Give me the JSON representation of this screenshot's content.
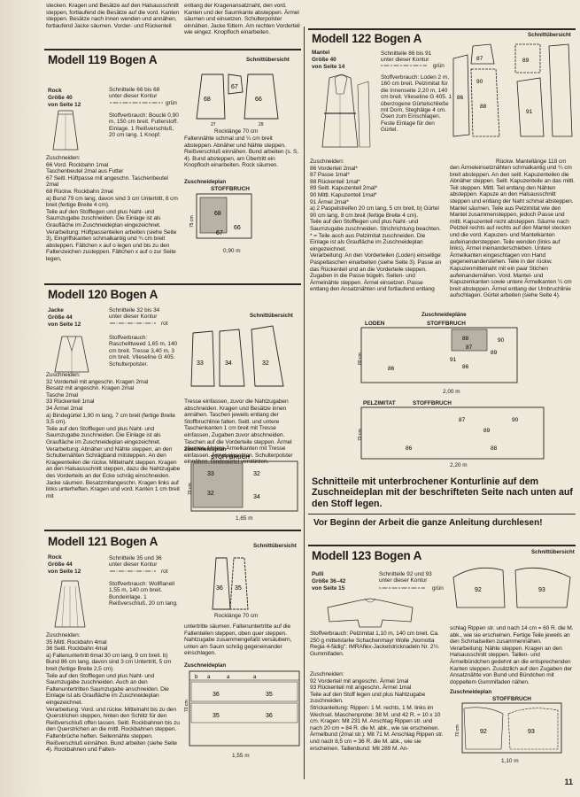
{
  "top_text_left": "stecken. Kragen und Besätze auf den Halsausschnitt steppen, fortlaufend die Besätze auf die vord. Kanten steppen. Besätze nach innen wenden und annähen, fortlaufend Jacke säumen. Vorder- und Rückenteil",
  "top_text_mid": "entlang der Kragenansatznaht, den vord. Kanten und der Saumkante absteppen. Ärmel säumen und einsetzen. Schulterpolster einnähen. Jacke füttern. Am rechten Vorderteil wie eingez. Knopfloch einarbeiten.",
  "m119": {
    "title": "Modell 119  Bogen A",
    "sub": "Rock\nGröße 40\nvon Seite 12",
    "sizes": "Schnitteile 66 bis 68\nunter dieser Kontur",
    "color": "grün",
    "stoff": "Stoffverbrauch: Bouclé 0,90 m, 150 cm breit. Futterstoff. Einlage. 1 Reißverschluß, 20 cm lang. 1 Knopf.",
    "zuschneiden": "Zuschneiden:\n66 Vord. Rockbahn 1mal\n   Taschenbeutel 2mal aus Futter\n67 Seitl. Hüftpasse mit angeschn. Taschenbeutel 2mal\n68 Rückw. Rockbahn 2mal\na) Bund 79 cm lang, davon sind 3 cm Untertritt, 8 cm breit (fertige Breite 4 cm).\nTeile auf den Stofflegen und plus Naht- und Saumzugabe zuschneiden. Die Einlage ist als Graufläche im Zuschneideplan eingezeichnet.\nVerarbeitung: Hüftpassenteilen arbeiten (siehe Seite 3), Eingriffskanten schmalkantig und ¾ cm breit absteppen. Fältchen x auf o legen und bis zu den Faltenzeichen zusteppen. Fältchen x auf o zur Seite legen,",
    "mid_text": "Faltennähte schmal und ¼ cm breit absteppen. Abnäher und Nähte steppen. Reißverschluß einnähen. Bund arbeiten (s. S. 4). Bund absteppen, am Übertritt ein Knopfloch einarbeiten. Rock säumen.",
    "uebersicht": "Schnittübersicht",
    "rock_len": "Rocklänge 70 cm",
    "plan": "Zuschneideplan",
    "stoffbruch": "STOFFBRUCH",
    "width": "0,90 m",
    "h": "75 cm"
  },
  "m120": {
    "title": "Modell 120  Bogen A",
    "sub": "Jacke\nGröße 44\nvon Seite 12",
    "sizes": "Schnitteile 32 bis 34\nunter dieser Kontur",
    "color": "rot",
    "stoff": "Stoffverbrauch: Raschelltweed 1,65 m, 140 cm breit. Tresse 3,40 m, 3 cm breit. Vlieseline G 405. Schulterpolster.",
    "zuschneiden": "Zuschneiden:\n32 Vorderteil mit angeschn. Kragen 2mal\n   Besatz mit angeschn. Kragen 2mal\n   Tasche 2mal\n33 Rückenteil 1mal\n34 Ärmel 2mal\na) Bindegürtel 1,90 m lang, 7 cm breit (fertige Breite 3,5 cm).\nTeile auf den Stofflegen und plus Naht- und Saumzugabe zuschneiden. Die Einlage ist als Graufläche im Zuschneideplan eingezeichnet.\nVerarbeitung: Abnäher und Nähte steppen, an den Schulternähten Schrägband mitsteppen. An den Krageenteilen die rückw. Mittelnaht steppen. Kragen an den Halsausschnitt steppen, dazu die Nahtzugabe des Vorderteils an der Ecke schräg einschneiden. Jacke säumen. Besatzmitangeschn. Kragen links auf links unterheften. Kragen und vord. Kanten 1 cm breit mit",
    "mid_text": "Tresse einfassen, zuvor die Nahtzugaben abschneiden. Kragen und Besätze innen annähen. Taschen jeweils entlang der Stoffbruchlinie falten. Seitl. und untere Taschenkanten 1 cm breit mit Tresse einfassen, Zugaben zuvor abschneiden. Taschen auf die Vorderteile steppen. Ärmel säumen. Untere Ärmelkanten mit Tresse einfassen. Ärmel einsetzen. Schulterpolster einnähen. Bindegürtel verstürzen.",
    "plan": "Zuschneideplan",
    "uebersicht": "Schnittübersicht",
    "stoffbruch": "STOFFBRUCH",
    "width": "1,65 m",
    "h": "70 cm"
  },
  "m121": {
    "title": "Modell 121  Bogen A",
    "sub": "Rock\nGröße 44\nvon Seite 12",
    "sizes": "Schnitteile 35 und 36\nunter dieser Kontur",
    "color": "rot",
    "stoff": "Stoffverbrauch: Wollflanell 1,55 m, 140 cm breit. Bundeinlage. 1 Reißverschluß, 20 cm lang.",
    "zuschneiden": "Zuschneiden:\n35 Mittl. Rockbahn 4mal\n36 Seitl. Rockbahn 4mal\na) Faltenuntertritt 6mal 30 cm lang, 9 cm breit. b) Bund 86 cm lang, davon sind 3 cm Untertritt, 5 cm breit (fertige Breite 2,5 cm).\nTeile auf den Stofflegen und plus Naht- und Saumzugabe zuschneiden. Auch an den Faltenuntertritten Saumzugabe anschneiden. Die Einlage ist als Graufläche im Zuschneideplan eingezeichnet.\nVerarbeitung: Vord. und rückw. Mittelnaht bis zu den Querstrichen steppen, hinten den Schlitz für den Reißverschluß offen lassen. Seitl. Rockbahnen bis zu den Querstrichen an die mittl. Rockbahnen steppen. Faltenbrüche heften. Seitennähte steppen. Reißverschluß einnähen. Bund arbeiten (siehe Seite 4). Rockbahnen und Falten-",
    "mid_text": "untertritte säumen. Faltenuntertritte auf die Faltenteilen steppen, oben quer steppen. Nahtzugabe zusammengefaßt versäubern, unten am Saum schräg gegeneinander einschlagen.",
    "plan": "Zuschneideplan",
    "uebersicht": "Schnittübersicht",
    "rock_len": "Rocklänge 70 cm",
    "width": "1,55 m",
    "h": "70 cm"
  },
  "m122": {
    "title": "Modell 122  Bogen A",
    "sub": "Mantel\nGröße 40\nvon Seite 14",
    "sizes": "Schnitteile 86 bis 91\nunter dieser Kontur",
    "color": "grün",
    "stoff": "Stoffverbrauch: Loden 2 m, 160 cm breit. Pelzimitat für die Innenseite 2,20 m, 140 cm breit. Vlieseline G 405. 1 überzogene Gürtelschließe mit Dorn, Steghälge 4 cm. Ösen zum Einschlagen. Feste Einlage für den Gürtel.",
    "uebersicht": "Schnittübersicht",
    "aermel": "Rückw. Mantellänge 118 cm",
    "zuschneiden": "Zuschneiden:\n86 Vorderteil 2mal*\n87 Passe 1mal*\n88 Rückenteil 1mal*\n89 Seitl. Kapuzenteil 2mal*\n90 Mittl. Kapuzenteil 1mal*\n91 Ärmel 2mal*\na) 2 Paspelstreifen 20 cm lang, 5 cm breit, b) Gürtel 90 cm lang, 8 cm breit (fertige Breite 4 cm).\nTeile auf den Stofflegen und plus Naht- und Saumzugabe zuschneiden. Strichrichtung beachten. * = Teile auch aus Pelzimitat zuschneiden. Die Einlage ist als Graufläche im Zuschneideplan eingezeichnet.\nVerarbeitung: An den Vorderteilen (Loden) einseitige Paspeltaschen einarbeiten (siehe Seite 3). Passe an das Rückenteil und an die Vorderteile steppen. Zugaben in die Passe bügeln. Seiten- und Ärmelnähte steppen. Ärmel einsetzen. Passe entlang den Ansatznähten und fortlaufend entlang",
    "mid_text": "den Ärmeleinsetznähten schmalkantig und ¼ cm breit absteppen. An den seitl. Kapuzenteilen die Abnäher steppen. Seitl. Kapuzenteile an das mittl. Teil steppen. Mittl. Teil entlang den Nähten absteppen. Kapuze an den Halsausschnitt steppen und entlang der Naht schmal absteppen. Mantel säumen. Teile aus Pelzimitat wie den Mantel zusammensteppen, jedoch Passe und mittl. Kapuzenteil nicht absteppen. Säume nach Pelzteil rechts auf rechts auf den Mantel stecken und die vord. Kapuzen- und Mantelkanten aufeinandersteppen. Teile wenden (links auf links), Ärmel ineinanderschieben. Untere Ärmelkanten eingeschlagen von Hand gegeneinanderstehen. Teile in der rückw. Kapuzenmittelnaht mit ein paar Stichen aufeinandernähen. Vord. Mantel- und Kapuzenkanten sowie untere Ärmelkanten ¼ cm breit absteppen. Ärmel entlang der Umbruchlinie aufschlagen. Gürtel arbeiten (siehe Seite 4).",
    "plan": "Zuschneidepläne",
    "loden": "LODEN",
    "pelz": "PELZIMITAT",
    "stoffbruch": "STOFFBRUCH",
    "w1": "2,00 m",
    "w2": "2,20 m",
    "h1": "80 cm",
    "h2": "70 cm"
  },
  "notice1": "Schnitteile mit unterbrochener Konturlinie auf dem Zuschneideplan mit der beschrifteten Seite nach unten auf den Stoff legen.",
  "notice2": "Vor Beginn der Arbeit die ganze Anleitung durchlesen!",
  "m123": {
    "title": "Modell 123  Bogen A",
    "sub": "Pulli\nGröße 36–42\nvon Seite 15",
    "sizes": "Schnitteile 92 und 93\nunter dieser Kontur",
    "color": "grün",
    "uebersicht": "Schnittübersicht",
    "stoff": "Stoffverbrauch: Pelzimitat 1,10 m, 140 cm breit. Ca. 250 g mittelstarke Schachenmayr Wolle „Nomotta Regia 4-fädig\"; IMRAflex-Jacketstricknadeln Nr. 2½. Gummifaden.",
    "zuschneiden": "Zuschneiden:\n92 Vorderteil mit angeschn. Ärmel 1mal\n93 Rückenteil mit angeschn. Ärmel 1mal\nTeile auf den Stoff legen und plus Nahtzugabe zuschneiden.\nStrickanleitung: Rippen: 1 M. rechts, 1 M. links im Wechsel. Maschenprobe: 38 M. und 42 R. = 10 x 10 cm. Kragen: Mit 231 M. Anschlag Rippen str. und nach 20 cm = 84 R. die M. abk., wie sie erscheinen. Ärmelbund (2mal str.): Mit 71 M. Anschlag Rippen str. und nach 8,5 cm = 36 R. die M. abk., wie sie erscheinen. Taillenbund: Mit 289 M. An-",
    "mid_text": "schlag Rippen str. und nach 14 cm = 60 R. die M. abk., wie sie erscheinen. Fertige Teile jeweils an den Schmalseiten zusammennähen.\nVerarbeitung: Nähte steppen. Kragen an den Halsausschnitt steppen. Taillen- und Ärmelbündchen gedehnt an die entsprechenden Kanten steppen. Zusätzlich auf den Zugaben der Ansatznähte von Bund und Bündchen mit doppeltem Gummifaden nähen.",
    "plan": "Zuschneideplan",
    "stoffbruch": "STOFFBRUCH",
    "width": "1,10 m",
    "h": "70 cm"
  },
  "page_number": "11"
}
